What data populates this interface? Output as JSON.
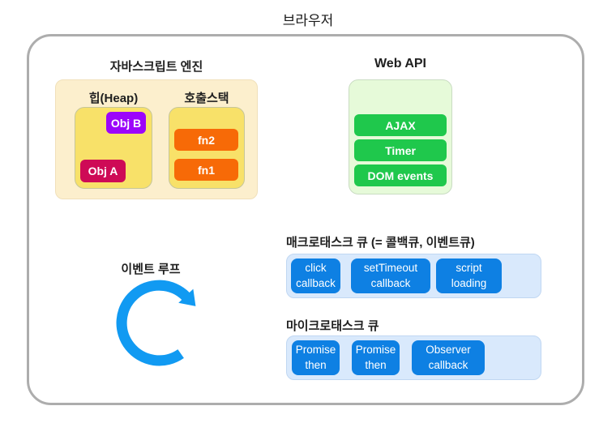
{
  "title": "브라우저",
  "js_engine": {
    "label": "자바스크립트 엔진",
    "heap": {
      "label": "힙(Heap)",
      "objects": [
        {
          "label": "Obj B",
          "color": "#9c05fa"
        },
        {
          "label": "Obj A",
          "color": "#ce0a56"
        }
      ]
    },
    "call_stack": {
      "label": "호출스택",
      "frames": [
        "fn2",
        "fn1"
      ]
    }
  },
  "web_api": {
    "label": "Web API",
    "items": [
      "AJAX",
      "Timer",
      "DOM events"
    ]
  },
  "event_loop": {
    "label": "이벤트 루프",
    "icon": "clockwise-loop-arrow-icon"
  },
  "macrotask_queue": {
    "label": "매크로태스크 큐 (= 콜백큐, 이벤트큐)",
    "items": [
      {
        "line1": "click",
        "line2": "callback"
      },
      {
        "line1": "setTimeout",
        "line2": "callback"
      },
      {
        "line1": "script",
        "line2": "loading"
      }
    ]
  },
  "microtask_queue": {
    "label": "마이크로태스크 큐",
    "items": [
      {
        "line1": "Promise",
        "line2": "then"
      },
      {
        "line1": "Promise",
        "line2": "then"
      },
      {
        "line1": "Observer",
        "line2": "callback"
      }
    ]
  },
  "colors": {
    "outer_border": "#adadad",
    "engine_panel_bg": "#fcefcd",
    "heap_stack_bg": "#f8e169",
    "obj_b": "#9c05fa",
    "obj_a": "#ce0a56",
    "stack_frame": "#f76a07",
    "web_api_panel_bg": "#e6fad9",
    "web_api_item": "#1fc84c",
    "queue_panel_bg": "#d9e9fc",
    "queue_item": "#0e80e3",
    "event_loop_arrow": "#119af2"
  }
}
